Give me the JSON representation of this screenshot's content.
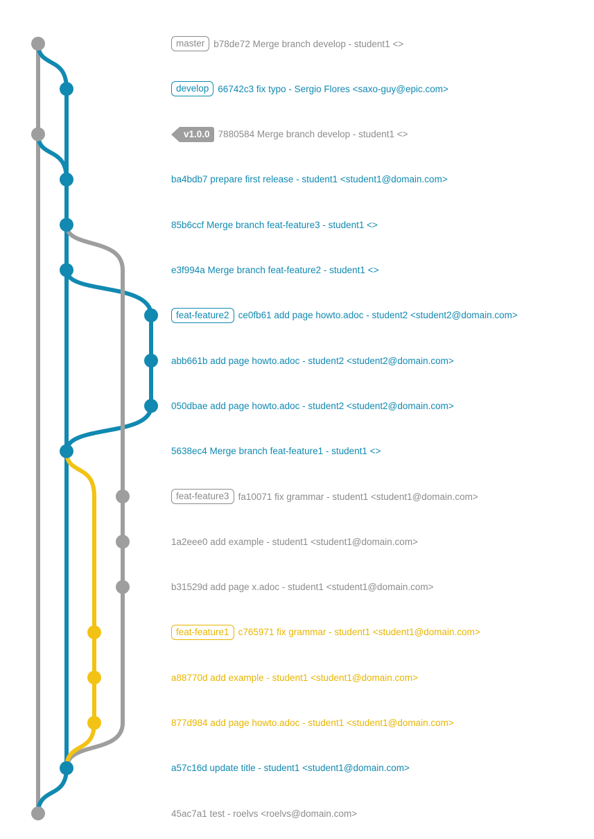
{
  "colors": {
    "grey_line": "#9e9e9e",
    "grey_text": "#8c8c8c",
    "blue": "#1189b1",
    "yellow": "#f2c314",
    "yellow_text": "#e8b500"
  },
  "commits": [
    {
      "id": "b78de72",
      "ref": "master",
      "ref_kind": "branch",
      "message": "b78de72 Merge branch develop - student1 <>",
      "color": "grey",
      "lane": 0
    },
    {
      "id": "66742c3",
      "ref": "develop",
      "ref_kind": "branch",
      "message": "66742c3 fix typo - Sergio Flores <saxo-guy@epic.com>",
      "color": "blue",
      "lane": 1
    },
    {
      "id": "7880584",
      "ref": "v1.0.0",
      "ref_kind": "tag",
      "message": "7880584 Merge branch develop - student1 <>",
      "color": "grey",
      "lane": 0
    },
    {
      "id": "ba4bdb7",
      "ref": "",
      "ref_kind": "",
      "message": "ba4bdb7 prepare first release - student1 <student1@domain.com>",
      "color": "blue",
      "lane": 1
    },
    {
      "id": "85b6ccf",
      "ref": "",
      "ref_kind": "",
      "message": "85b6ccf Merge branch feat-feature3 - student1 <>",
      "color": "blue",
      "lane": 1
    },
    {
      "id": "e3f994a",
      "ref": "",
      "ref_kind": "",
      "message": "e3f994a Merge branch feat-feature2 - student1 <>",
      "color": "blue",
      "lane": 1
    },
    {
      "id": "ce0fb61",
      "ref": "feat-feature2",
      "ref_kind": "branch",
      "message": "ce0fb61 add page howto.adoc - student2 <student2@domain.com>",
      "color": "blue",
      "lane": 4
    },
    {
      "id": "abb661b",
      "ref": "",
      "ref_kind": "",
      "message": "abb661b add page howto.adoc - student2 <student2@domain.com>",
      "color": "blue",
      "lane": 4
    },
    {
      "id": "050dbae",
      "ref": "",
      "ref_kind": "",
      "message": "050dbae add page howto.adoc - student2 <student2@domain.com>",
      "color": "blue",
      "lane": 4
    },
    {
      "id": "5638ec4",
      "ref": "",
      "ref_kind": "",
      "message": "5638ec4 Merge branch feat-feature1 - student1 <>",
      "color": "blue",
      "lane": 1
    },
    {
      "id": "fa10071",
      "ref": "feat-feature3",
      "ref_kind": "branch",
      "message": "fa10071 fix grammar - student1 <student1@domain.com>",
      "color": "grey",
      "lane": 3
    },
    {
      "id": "1a2eee0",
      "ref": "",
      "ref_kind": "",
      "message": "1a2eee0 add example - student1 <student1@domain.com>",
      "color": "grey",
      "lane": 3
    },
    {
      "id": "b31529d",
      "ref": "",
      "ref_kind": "",
      "message": "b31529d add page x.adoc - student1 <student1@domain.com>",
      "color": "grey",
      "lane": 3
    },
    {
      "id": "c765971",
      "ref": "feat-feature1",
      "ref_kind": "branch",
      "message": "c765971 fix grammar - student1 <student1@domain.com>",
      "color": "yellow",
      "lane": 2
    },
    {
      "id": "a88770d",
      "ref": "",
      "ref_kind": "",
      "message": "a88770d add example - student1 <student1@domain.com>",
      "color": "yellow",
      "lane": 2
    },
    {
      "id": "877d984",
      "ref": "",
      "ref_kind": "",
      "message": "877d984 add page howto.adoc - student1 <student1@domain.com>",
      "color": "yellow",
      "lane": 2
    },
    {
      "id": "a57c16d",
      "ref": "",
      "ref_kind": "",
      "message": "a57c16d update title - student1 <student1@domain.com>",
      "color": "blue",
      "lane": 1
    },
    {
      "id": "45ac7a1",
      "ref": "",
      "ref_kind": "",
      "message": "45ac7a1 test - roelvs <roelvs@domain.com>",
      "color": "grey",
      "lane": 0
    }
  ],
  "edges": [
    {
      "from": "b78de72",
      "to": "7880584",
      "color": "grey"
    },
    {
      "from": "7880584",
      "to": "45ac7a1",
      "color": "grey"
    },
    {
      "from": "b78de72",
      "to": "66742c3",
      "color": "blue"
    },
    {
      "from": "66742c3",
      "to": "ba4bdb7",
      "color": "blue"
    },
    {
      "from": "7880584",
      "to": "ba4bdb7",
      "color": "blue"
    },
    {
      "from": "ba4bdb7",
      "to": "85b6ccf",
      "color": "blue"
    },
    {
      "from": "85b6ccf",
      "to": "e3f994a",
      "color": "blue"
    },
    {
      "from": "e3f994a",
      "to": "5638ec4",
      "color": "blue"
    },
    {
      "from": "5638ec4",
      "to": "a57c16d",
      "color": "blue"
    },
    {
      "from": "a57c16d",
      "to": "45ac7a1",
      "color": "blue"
    },
    {
      "from": "e3f994a",
      "to": "ce0fb61",
      "color": "blue"
    },
    {
      "from": "ce0fb61",
      "to": "abb661b",
      "color": "blue"
    },
    {
      "from": "abb661b",
      "to": "050dbae",
      "color": "blue"
    },
    {
      "from": "050dbae",
      "to": "5638ec4",
      "color": "blue"
    },
    {
      "from": "85b6ccf",
      "to": "fa10071",
      "color": "grey"
    },
    {
      "from": "fa10071",
      "to": "1a2eee0",
      "color": "grey"
    },
    {
      "from": "1a2eee0",
      "to": "b31529d",
      "color": "grey"
    },
    {
      "from": "b31529d",
      "to": "a57c16d",
      "color": "grey"
    },
    {
      "from": "5638ec4",
      "to": "c765971",
      "color": "yellow"
    },
    {
      "from": "c765971",
      "to": "a88770d",
      "color": "yellow"
    },
    {
      "from": "a88770d",
      "to": "877d984",
      "color": "yellow"
    },
    {
      "from": "877d984",
      "to": "a57c16d",
      "color": "yellow"
    }
  ]
}
